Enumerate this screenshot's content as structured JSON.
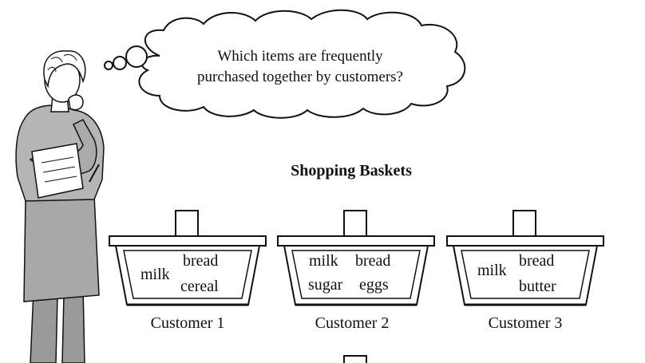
{
  "thought": {
    "line1": "Which items are frequently",
    "line2": "purchased together by customers?"
  },
  "title": "Shopping Baskets",
  "baskets": [
    {
      "items": [
        "milk",
        "bread",
        "cereal"
      ],
      "customer": "Customer 1"
    },
    {
      "items": [
        "milk",
        "bread",
        "sugar",
        "eggs"
      ],
      "customer": "Customer 2"
    },
    {
      "items": [
        "milk",
        "bread",
        "butter"
      ],
      "customer": "Customer 3"
    }
  ]
}
